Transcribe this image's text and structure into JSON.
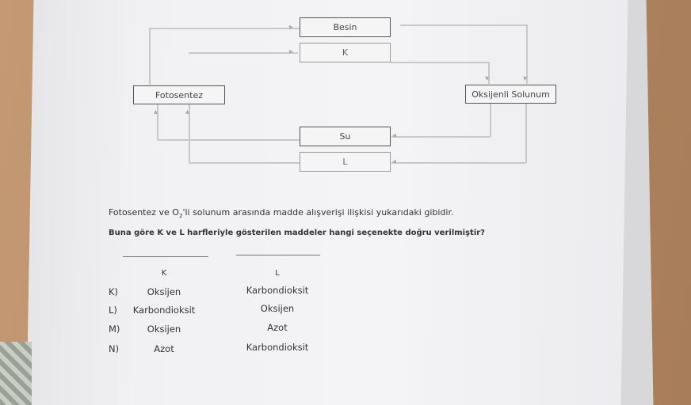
{
  "diagram": {
    "besin": "Besin",
    "k": "K",
    "fotosentez": "Fotosentez",
    "oksijenli_solunum": "Oksijenli Solunum",
    "su": "Su",
    "l": "L"
  },
  "question": {
    "line1_a": "Fotosentez ve O",
    "line1_sub": "2",
    "line1_b": "'li solunum arasında madde alışverişi ilişkisi yukarıdaki gibidir.",
    "line2": "Buna göre K ve L harfleriyle gösterilen maddeler hangi seçenekte doğru verilmiştir?"
  },
  "options_table": {
    "headers": [
      "K",
      "L"
    ],
    "rows": [
      {
        "letter": "K)",
        "k": "Oksijen",
        "l": "Karbondioksit"
      },
      {
        "letter": "L)",
        "k": "Karbondioksit",
        "l": "Oksijen"
      },
      {
        "letter": "M)",
        "k": "Oksijen",
        "l": "Azot"
      },
      {
        "letter": "N)",
        "k": "Azot",
        "l": "Karbondioksit"
      }
    ]
  }
}
